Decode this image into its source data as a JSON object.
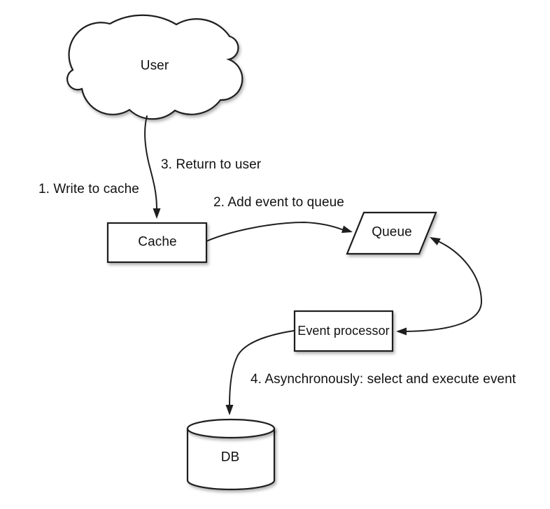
{
  "diagram": {
    "colors": {
      "background": "#ffffff",
      "stroke": "#1e1e1e",
      "shape_fill": "#ffffff",
      "text": "#111111"
    },
    "nodes": [
      {
        "id": "user",
        "shape": "cloud",
        "label": "User"
      },
      {
        "id": "cache",
        "shape": "rectangle",
        "label": "Cache"
      },
      {
        "id": "queue",
        "shape": "parallelogram",
        "label": "Queue"
      },
      {
        "id": "event-processor",
        "shape": "rectangle",
        "label": "Event processor"
      },
      {
        "id": "db",
        "shape": "cylinder",
        "label": "DB"
      }
    ],
    "steps": [
      {
        "number": 1,
        "label": "1. Write to cache"
      },
      {
        "number": 2,
        "label": "2. Add event to queue"
      },
      {
        "number": 3,
        "label": "3. Return to user"
      },
      {
        "number": 4,
        "label": "4. Asynchronously: select and execute event"
      }
    ],
    "edges": [
      {
        "from": "user",
        "to": "cache",
        "arrow": "single",
        "steps": [
          1,
          3
        ]
      },
      {
        "from": "cache",
        "to": "queue",
        "arrow": "single",
        "steps": [
          2
        ]
      },
      {
        "from": "queue",
        "to": "event-processor",
        "arrow": "double",
        "steps": []
      },
      {
        "from": "event-processor",
        "to": "db",
        "arrow": "single",
        "steps": [
          4
        ]
      }
    ]
  }
}
